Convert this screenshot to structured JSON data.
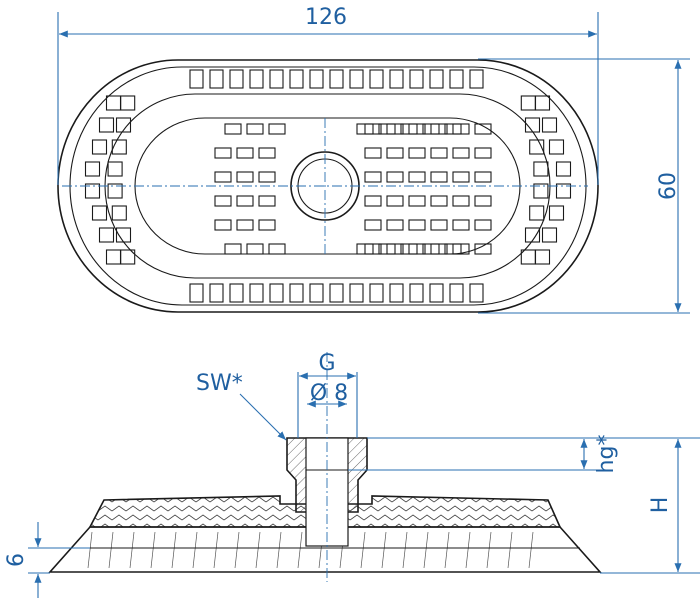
{
  "drawing": {
    "type": "technical-drawing",
    "subject": "oval vacuum suction cup",
    "line_color": "#1a1a1a",
    "dimension_color": "#2a6fb0",
    "top_view": {
      "dimensions": {
        "length": "126",
        "width": "60"
      }
    },
    "side_view": {
      "labels": {
        "wrench": "SW*",
        "thread": "G",
        "bore": "Ø 8",
        "thread_depth": "hg*",
        "height": "H",
        "lip": "6"
      }
    }
  }
}
